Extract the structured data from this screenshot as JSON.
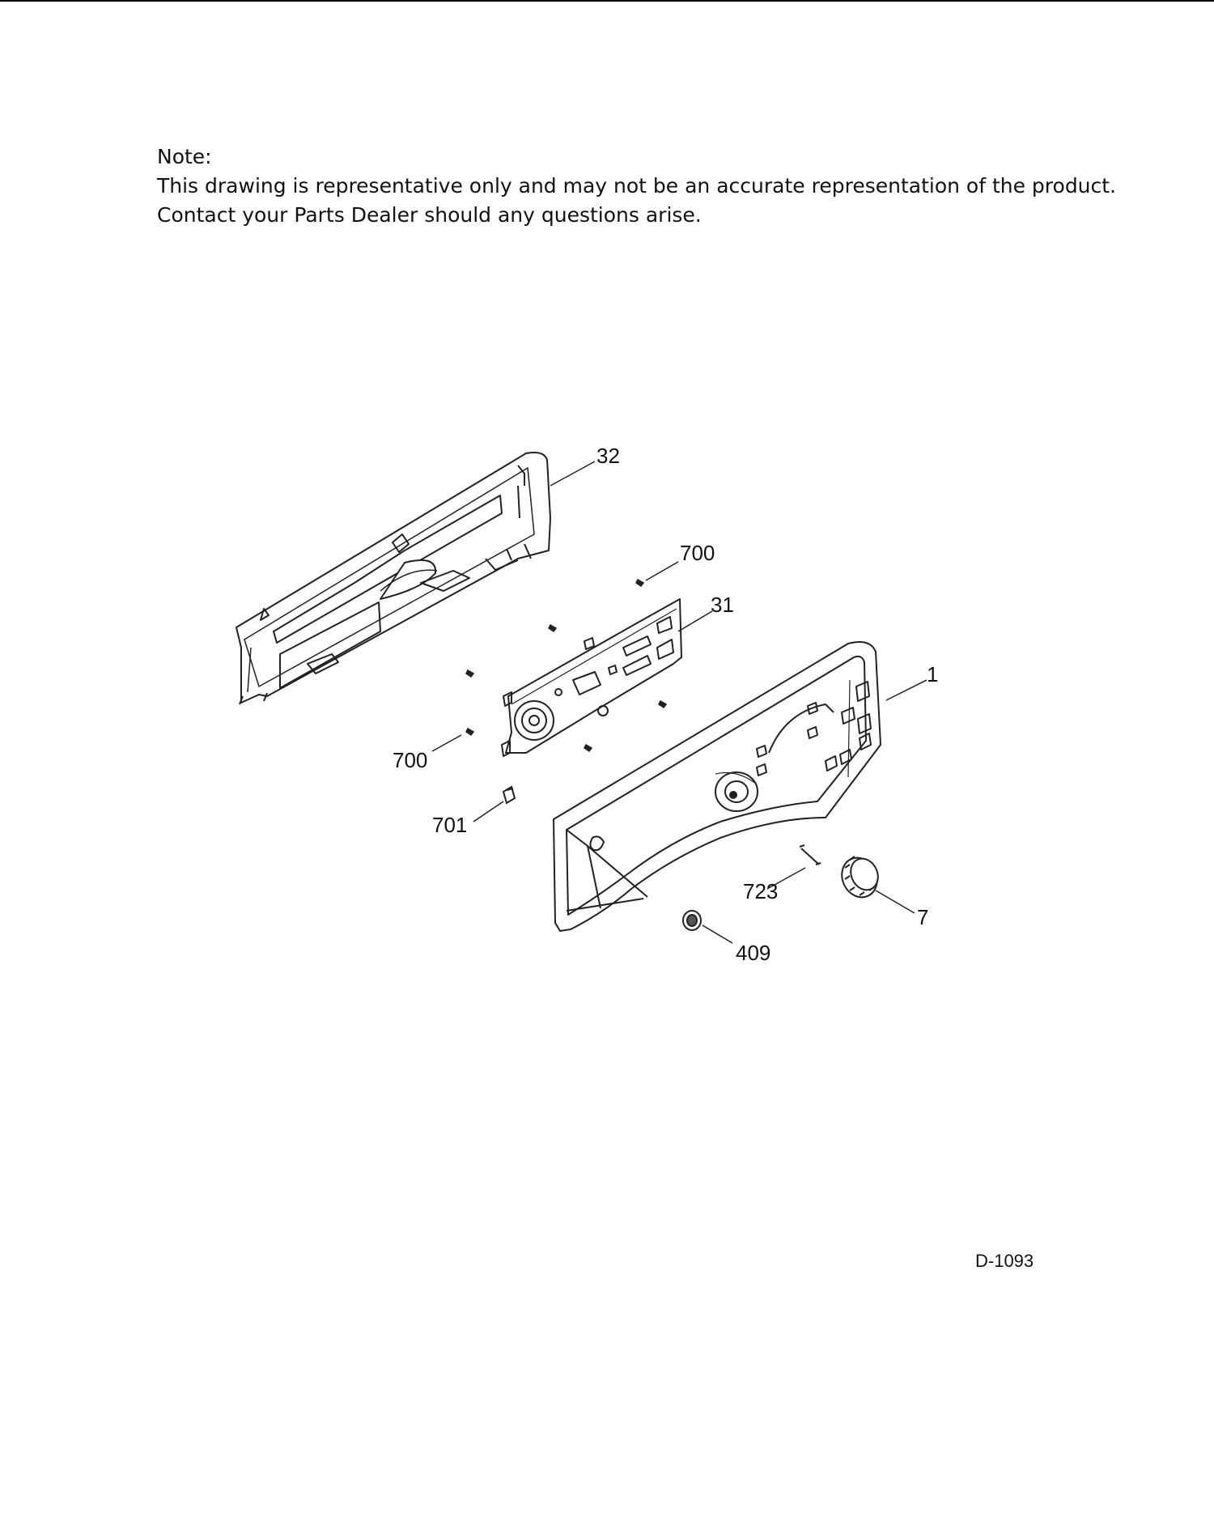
{
  "note": {
    "heading": "Note:",
    "line1": "This drawing is representative only and may not be an accurate representation of the product.",
    "line2": "Contact your Parts Dealer should any questions arise."
  },
  "callouts": {
    "bracket": "32",
    "screw_upper": "700",
    "control_board": "31",
    "console_panel": "1",
    "screw_lower": "700",
    "light_pipe": "701",
    "spring": "723",
    "knob": "7",
    "knob_bushing": "409"
  },
  "figure_code": "D-1093"
}
